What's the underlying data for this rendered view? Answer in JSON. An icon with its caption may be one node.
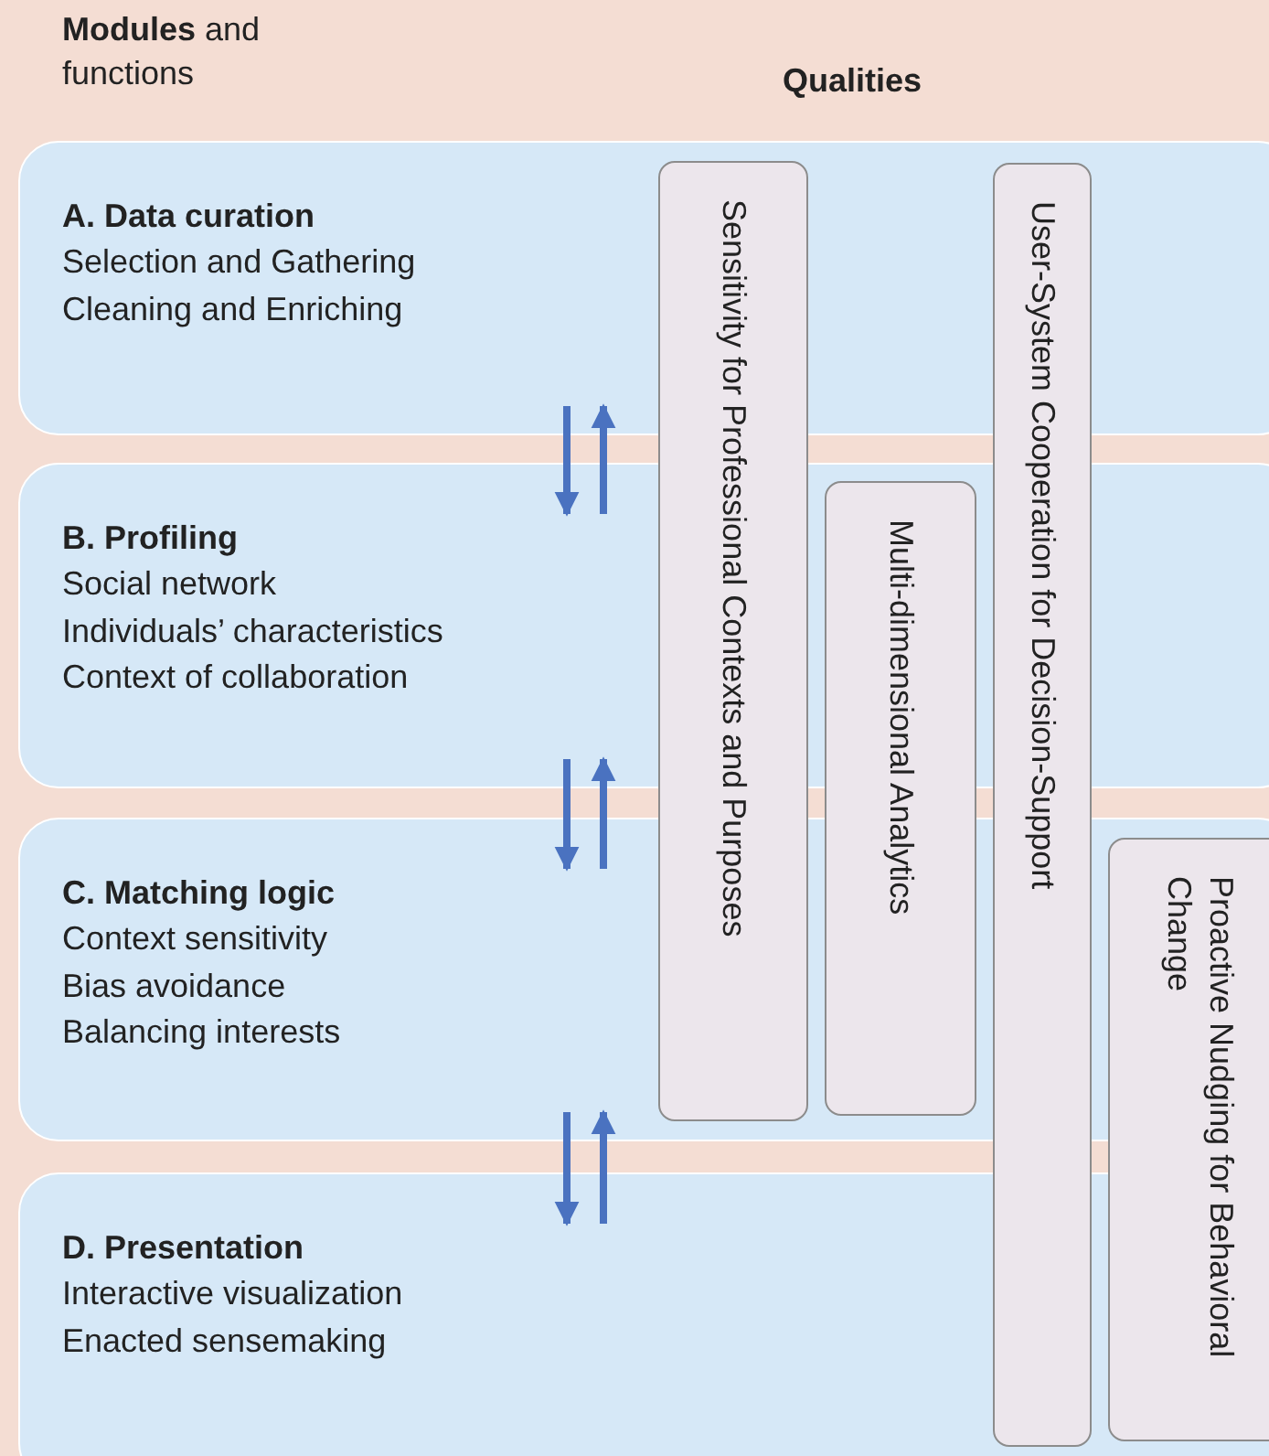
{
  "diagram": {
    "nodes": [
      {
        "text": [
          "A. Data curation",
          "Selection and Gathering",
          "Cleaning and Enriching"
        ]
      },
      {
        "text": [
          "B. Profiling",
          "Social network",
          "Individuals’ characteristics",
          "Context of collaboration"
        ]
      },
      {
        "text": [
          "C. Matching logic",
          "Context sensitivity",
          "Bias avoidance",
          "Balancing interests"
        ]
      },
      {
        "text": [
          "D. Presentation",
          "Interactive visualization",
          "Enacted sensemaking"
        ]
      },
      {
        "text": [
          "Sensitivity for Professional Contexts and Purposes"
        ]
      },
      {
        "text": [
          "Multi-dimensional Analytics"
        ]
      },
      {
        "text": [
          "User-System Cooperation for Decision-Support"
        ]
      },
      {
        "text": [
          "Proactive Nudging for Behavioral Change"
        ]
      }
    ],
    "edges": [
      {
        "from": 0,
        "to": 1,
        "arrow": "to"
      },
      {
        "from": 1,
        "to": 0,
        "arrow": "to"
      },
      {
        "from": 1,
        "to": 2,
        "arrow": "to"
      },
      {
        "from": 2,
        "to": 1,
        "arrow": "to"
      },
      {
        "from": 2,
        "to": 3,
        "arrow": "to"
      },
      {
        "from": 3,
        "to": 2,
        "arrow": "to"
      }
    ],
    "labels": [
      "**Modules** and functions",
      "Qualities"
    ]
  }
}
